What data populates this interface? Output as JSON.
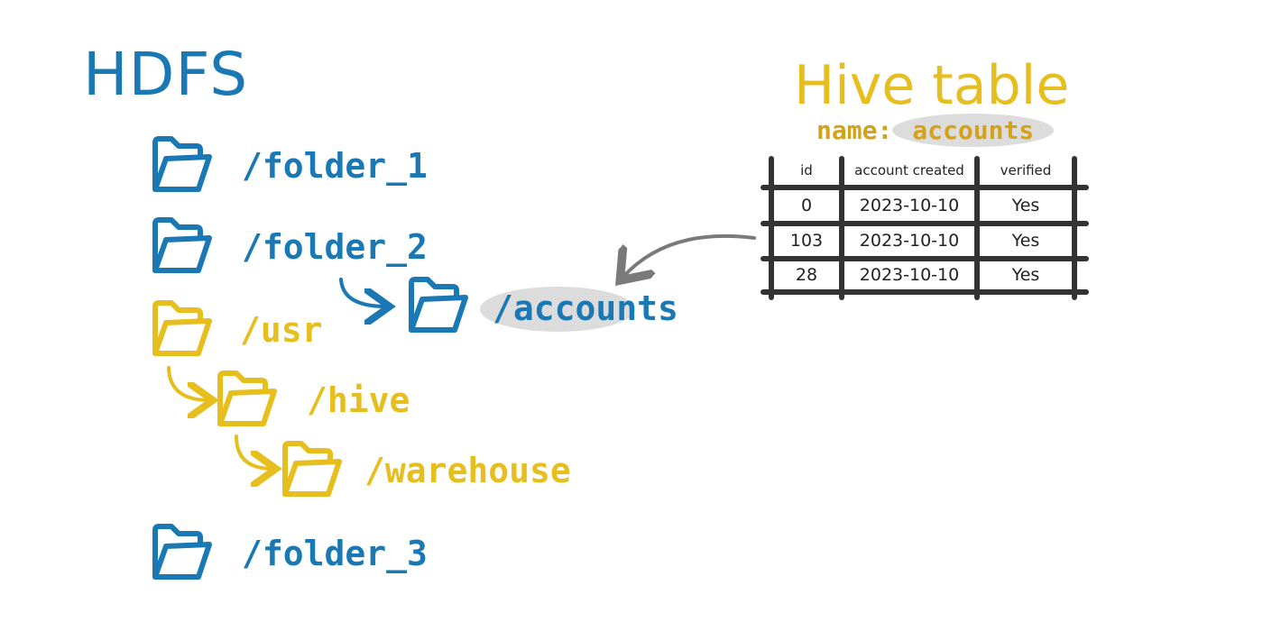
{
  "hdfs": {
    "title": "HDFS",
    "folders": [
      {
        "label": "/folder_1"
      },
      {
        "label": "/folder_2"
      },
      {
        "label": "/accounts"
      },
      {
        "label": "/usr"
      },
      {
        "label": "/hive"
      },
      {
        "label": "/warehouse"
      },
      {
        "label": "/folder_3"
      }
    ]
  },
  "hive_table": {
    "title": "Hive table",
    "name_label": "name:",
    "name_value": "accounts",
    "columns": [
      "id",
      "account created",
      "verified"
    ],
    "rows": [
      [
        "0",
        "2023-10-10",
        "Yes"
      ],
      [
        "103",
        "2023-10-10",
        "Yes"
      ],
      [
        "28",
        "2023-10-10",
        "Yes"
      ]
    ]
  },
  "colors": {
    "hdfs_blue": "#1a78b4",
    "hive_yellow": "#e6be1e",
    "name_gold": "#d4a21a",
    "highlight_gray": "#dcdcdc",
    "table_ink": "#333333",
    "arrow_gray": "#7a7a7a"
  },
  "icons": [
    "folder-icon",
    "arrow-icon"
  ]
}
